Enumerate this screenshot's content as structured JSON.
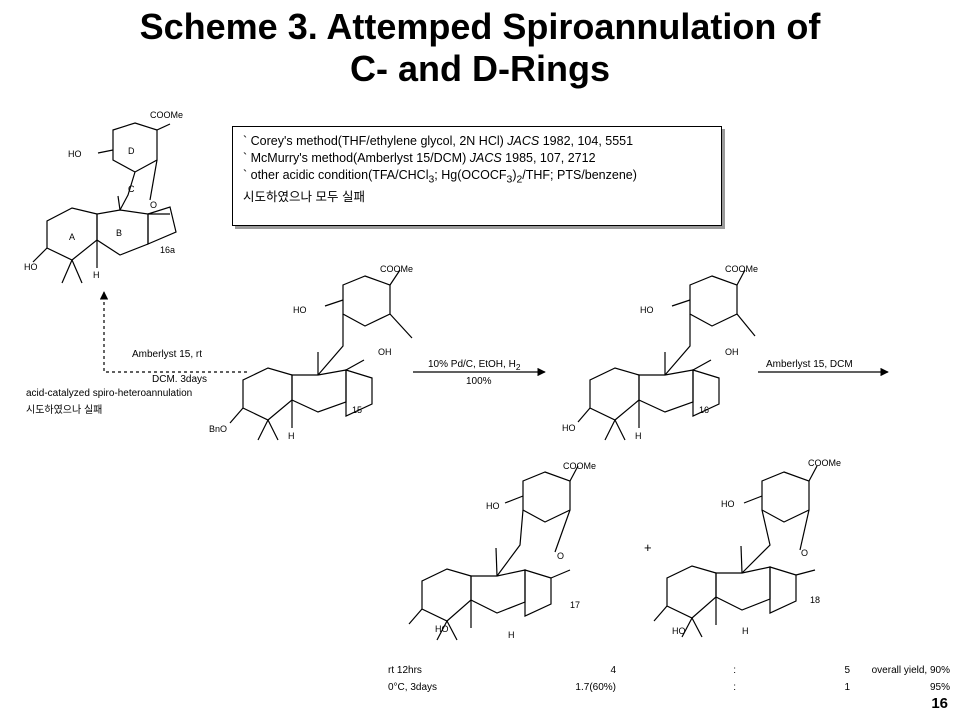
{
  "title": {
    "line1": "Scheme 3. Attemped Spiroannulation of",
    "line2": "C- and D-Rings"
  },
  "notes": {
    "line1_pre": "` Corey's method(THF/ethylene glycol, 2N HCl) ",
    "line1_journal": "JACS",
    "line1_post": " 1982, 104, 5551",
    "line2_pre": "` McMurry's method(Amberlyst 15/DCM) ",
    "line2_journal": "JACS",
    "line2_post": " 1985, 107, 2712",
    "line3_a": "` other acidic condition(TFA/CHCl",
    "line3_sub1": "3",
    "line3_b": "; Hg(OCOCF",
    "line3_sub2": "3",
    "line3_c": ")",
    "line3_sub3": "2",
    "line3_d": "/THF; PTS/benzene)",
    "line4": "시도하였으나 모두 실패"
  },
  "structures": {
    "cooMe": "COOMe",
    "ho": "HO",
    "oh": "OH",
    "bno": "BnO",
    "o": "O",
    "h": "H",
    "ringA": "A",
    "ringB": "B",
    "ringC": "C",
    "ringD": "D",
    "label16a": "16a",
    "label15": "15",
    "label16": "16",
    "label17": "17",
    "label18": "18"
  },
  "conditions": {
    "dashed_arrow_top": "Amberlyst 15, rt",
    "dashed_arrow_bottom": "DCM. 3days",
    "note_line1": "acid-catalyzed spiro-heteroannulation",
    "note_line2": "시도하였으나 실패",
    "arrow1_top_a": "10% Pd/C, EtOH, H",
    "arrow1_top_sub": "2",
    "arrow1_bottom": "100%",
    "arrow2_top": "Amberlyst 15, DCM",
    "plus": "+"
  },
  "yield_table": [
    {
      "condition": "rt 12hrs",
      "p17": "4",
      "sep": ":",
      "p18": "5",
      "overall": "overall yield, 90%"
    },
    {
      "condition": "0°C, 3days",
      "p17": "1.7(60%)",
      "sep": ":",
      "p18": "1",
      "overall": "95%"
    }
  ],
  "page_number": "16"
}
